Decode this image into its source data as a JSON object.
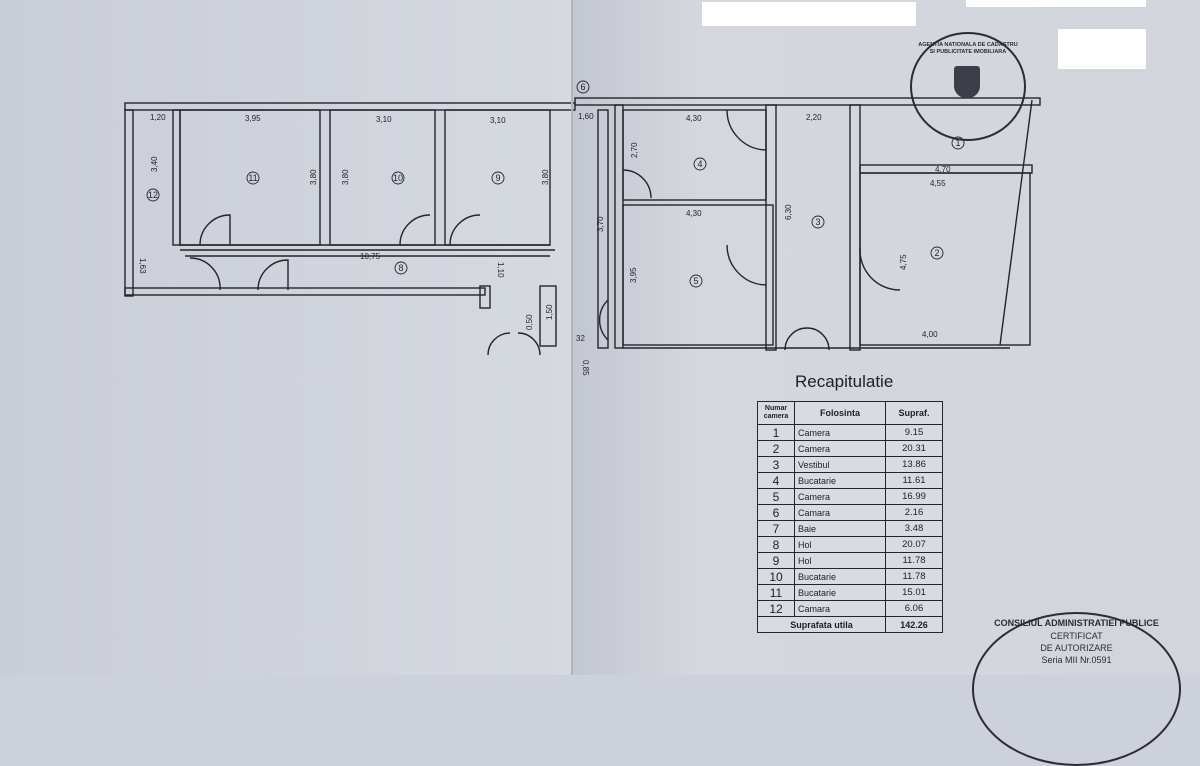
{
  "plan": {
    "rooms": {
      "r1": "1",
      "r2": "2",
      "r3": "3",
      "r4": "4",
      "r5": "5",
      "r6": "6",
      "r8": "8",
      "r9": "9",
      "r10": "10",
      "r11": "11",
      "r12": "12"
    },
    "dims_left": {
      "d120": "1,20",
      "d395": "3,95",
      "d310a": "3,10",
      "d310b": "3,10",
      "d340": "3,40",
      "d380a": "3,80",
      "d380b": "3,80",
      "d380c": "3,80",
      "d1075": "10,75",
      "d110": "1,10",
      "d163": "1,63",
      "d150": "1,50",
      "d050": "0,50"
    },
    "dims_right": {
      "d160": "1,60",
      "d430a": "4,30",
      "d270": "2,70",
      "d370": "3,70",
      "d430b": "4,30",
      "d395": "3,95",
      "d630": "6,30",
      "d220": "2,20",
      "d470": "4,70",
      "d455": "4,55",
      "d475": "4,75",
      "d400": "4,00",
      "d032": "32",
      "d085": "0,85"
    }
  },
  "recap": {
    "title": "Recapitulatie",
    "headers": {
      "num": "Numar camera",
      "use": "Folosinta",
      "area": "Supraf."
    },
    "rows": [
      {
        "n": "1",
        "use": "Camera",
        "area": "9.15"
      },
      {
        "n": "2",
        "use": "Camera",
        "area": "20.31"
      },
      {
        "n": "3",
        "use": "Vestibul",
        "area": "13.86"
      },
      {
        "n": "4",
        "use": "Bucatarie",
        "area": "11.61"
      },
      {
        "n": "5",
        "use": "Camera",
        "area": "16.99"
      },
      {
        "n": "6",
        "use": "Camara",
        "area": "2.16"
      },
      {
        "n": "7",
        "use": "Baie",
        "area": "3.48"
      },
      {
        "n": "8",
        "use": "Hol",
        "area": "20.07"
      },
      {
        "n": "9",
        "use": "Hol",
        "area": "11.78"
      },
      {
        "n": "10",
        "use": "Bucatarie",
        "area": "11.78"
      },
      {
        "n": "11",
        "use": "Bucatarie",
        "area": "15.01"
      },
      {
        "n": "12",
        "use": "Camara",
        "area": "6.06"
      }
    ],
    "total_label": "Suprafata utila",
    "total_value": "142.26"
  },
  "stamps": {
    "ancpi": "AGENTIA NATIONALA DE CADASTRU SI PUBLICITATE IMOBILIARA",
    "cert_ring": "CONSILIUL ADMINISTRATIEI PUBLICE",
    "cert_l1": "CERTIFICAT",
    "cert_l2": "DE AUTORIZARE",
    "cert_l3": "Seria MII Nr.0591"
  }
}
